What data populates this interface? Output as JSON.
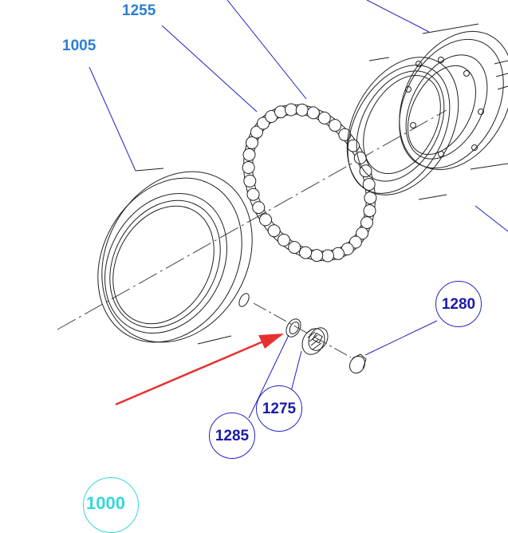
{
  "diagram": {
    "labels": {
      "l1005": "1005",
      "l1255": "1255",
      "l1280": "1280",
      "l1275": "1275",
      "l1285": "1285",
      "l1000": "1000"
    },
    "colors": {
      "plain_label": "#2a7fd4",
      "callout_label": "#1a1aa8",
      "callout_ring": "#2424c8",
      "leader_line": "#2020c0",
      "drawing_line": "#222222",
      "arrow": "#e83030",
      "main_assembly": "#36d8d8"
    }
  }
}
